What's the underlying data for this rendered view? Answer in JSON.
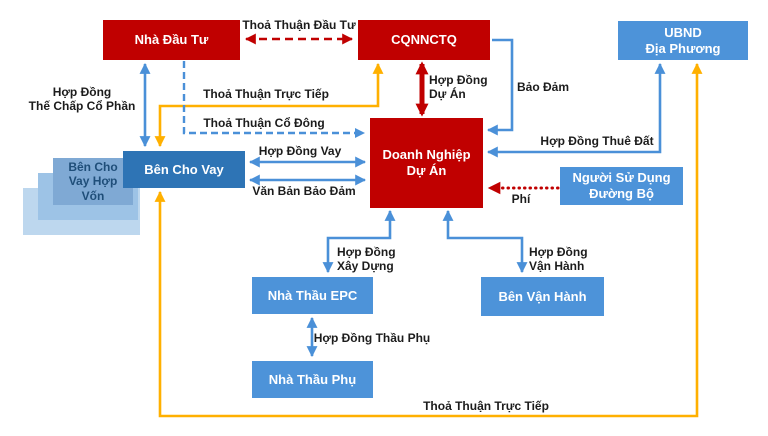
{
  "diagram": {
    "colors": {
      "red_box": "#C00000",
      "blue_box": "#4D93D9",
      "dark_blue_box": "#2E74B5",
      "stack_front": "#7FA9D4",
      "stack_mid": "#9DC3E6",
      "stack_back": "#BDD7EE",
      "arrow_blue": "#4A90D8",
      "arrow_red": "#C00000",
      "arrow_orange": "#FFB000",
      "label_text": "#1c1c1c",
      "stack_text": "#1F4E79"
    },
    "nodes": {
      "investor": {
        "label": "Nhà Đầu Tư",
        "color": "#C00000"
      },
      "state_authority": {
        "label": "CQNNCTQ",
        "color": "#C00000"
      },
      "local_government": {
        "label": "UBND\nĐịa Phương",
        "color": "#4D93D9"
      },
      "lender": {
        "label": "Bên Cho Vay",
        "color": "#2E74B5"
      },
      "syndicated_lenders": {
        "label": "Bên Cho\nVay Hợp\nVốn",
        "color": "#7FA9D4"
      },
      "project_enterprise": {
        "label": "Doanh Nghiệp\nDự Án",
        "color": "#C00000"
      },
      "road_users": {
        "label": "Người Sử Dụng\nĐường Bộ",
        "color": "#4D93D9"
      },
      "epc_contractor": {
        "label": "Nhà Thầu EPC",
        "color": "#4D93D9"
      },
      "operator": {
        "label": "Bên Vận Hành",
        "color": "#4D93D9"
      },
      "subcontractor": {
        "label": "Nhà Thầu Phụ",
        "color": "#4D93D9"
      }
    },
    "edges": [
      {
        "from": "investor",
        "to": "state_authority",
        "label": "Thoả Thuận Đầu Tư",
        "style": "dashed",
        "color": "#C00000",
        "arrows": "both"
      },
      {
        "from": "investor",
        "to": "lender",
        "label": "Hợp Đồng\nThế Chấp Cổ Phần",
        "style": "solid",
        "color": "#4A90D8",
        "arrows": "both"
      },
      {
        "from": "state_authority",
        "to": "lender",
        "label": "Thoả Thuận Trực Tiếp",
        "style": "solid",
        "color": "#FFB000",
        "arrows": "both"
      },
      {
        "from": "investor",
        "to": "project_enterprise",
        "label": "Thoả Thuận Cổ Đông",
        "style": "dashed",
        "color": "#4A90D8",
        "arrows": "end"
      },
      {
        "from": "lender",
        "to": "project_enterprise",
        "label": "Hợp Đồng Vay",
        "style": "solid",
        "color": "#4A90D8",
        "arrows": "both"
      },
      {
        "from": "lender",
        "to": "project_enterprise",
        "label": "Văn Bản Bảo Đảm",
        "style": "solid",
        "color": "#4A90D8",
        "arrows": "both"
      },
      {
        "from": "state_authority",
        "to": "project_enterprise",
        "label": "Hợp Đồng\nDự Án",
        "style": "solid-thick",
        "color": "#C00000",
        "arrows": "both"
      },
      {
        "from": "state_authority",
        "to": "project_enterprise",
        "label": "Bảo Đảm",
        "style": "solid",
        "color": "#4A90D8",
        "arrows": "end"
      },
      {
        "from": "local_government",
        "to": "project_enterprise",
        "label": "Hợp Đồng Thuê Đất",
        "style": "solid",
        "color": "#4A90D8",
        "arrows": "both"
      },
      {
        "from": "road_users",
        "to": "project_enterprise",
        "label": "Phí",
        "style": "dotted",
        "color": "#C00000",
        "arrows": "end"
      },
      {
        "from": "project_enterprise",
        "to": "epc_contractor",
        "label": "Hợp Đồng\nXây Dựng",
        "style": "solid",
        "color": "#4A90D8",
        "arrows": "both"
      },
      {
        "from": "project_enterprise",
        "to": "operator",
        "label": "Hợp Đồng\nVận Hành",
        "style": "solid",
        "color": "#4A90D8",
        "arrows": "both"
      },
      {
        "from": "epc_contractor",
        "to": "subcontractor",
        "label": "Hợp Đồng Thầu Phụ",
        "style": "solid",
        "color": "#4A90D8",
        "arrows": "both"
      },
      {
        "from": "lender",
        "to": "local_government",
        "label": "Thoả Thuận Trực Tiếp",
        "style": "solid",
        "color": "#FFB000",
        "arrows": "both"
      }
    ]
  }
}
